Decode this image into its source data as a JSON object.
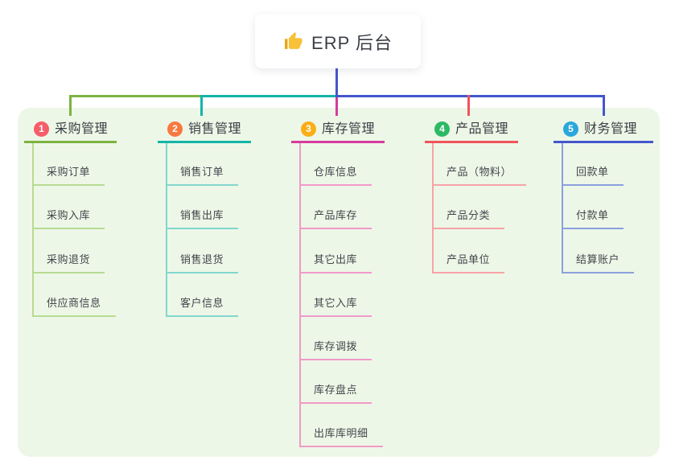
{
  "root": {
    "label": "ERP 后台",
    "icon": "thumbs-up-icon",
    "icon_color": "#f7c138"
  },
  "theme": {
    "canvas_bg": "#ffffff",
    "panel_bg": "#edf7e7",
    "text_color": "#3a3f46",
    "root_line_color": "#4456cc"
  },
  "branches": [
    {
      "number": "1",
      "label": "采购管理",
      "badge_color": "#f75c69",
      "line_color": "#7cb342",
      "child_line_color": "#b7db92",
      "children": [
        "采购订单",
        "采购入库",
        "采购退货",
        "供应商信息"
      ]
    },
    {
      "number": "2",
      "label": "销售管理",
      "badge_color": "#f7793f",
      "line_color": "#13b5a9",
      "child_line_color": "#82d7ce",
      "children": [
        "销售订单",
        "销售出库",
        "销售退货",
        "客户信息"
      ]
    },
    {
      "number": "3",
      "label": "库存管理",
      "badge_color": "#fbad18",
      "line_color": "#d63a9e",
      "child_line_color": "#f09ac9",
      "children": [
        "仓库信息",
        "产品库存",
        "其它出库",
        "其它入库",
        "库存调拨",
        "库存盘点",
        "出库库明细"
      ]
    },
    {
      "number": "4",
      "label": "产品管理",
      "badge_color": "#2eb964",
      "line_color": "#f0545c",
      "child_line_color": "#f7a3a8",
      "children": [
        "产品（物料）",
        "产品分类",
        "产品单位"
      ]
    },
    {
      "number": "5",
      "label": "财务管理",
      "badge_color": "#2aa7dc",
      "line_color": "#4456cc",
      "child_line_color": "#8ba0de",
      "children": [
        "回款单",
        "付款单",
        "结算账户"
      ]
    }
  ]
}
